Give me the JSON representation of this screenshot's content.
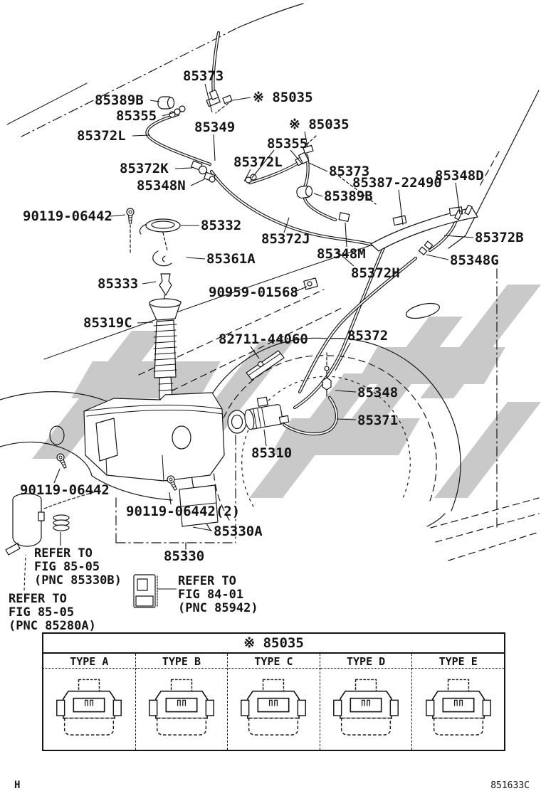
{
  "figure": {
    "footer_left": "H",
    "footer_right": "851633C",
    "colors": {
      "line": "#141414",
      "watermark": "#c9c9c9",
      "background": "#ffffff"
    }
  },
  "diagram": {
    "part_labels": [
      "85373",
      "85389B",
      "※ 85035",
      "85355",
      "85349",
      "※ 85035",
      "85372L",
      "85355",
      "85372K",
      "85372L",
      "85373",
      "85348D",
      "85348N",
      "85387-22490",
      "85389B",
      "90119-06442",
      "85332",
      "85372J",
      "85372B",
      "85361A",
      "85348M",
      "85348G",
      "85333",
      "90959-01568",
      "85372H",
      "85319C",
      "82711-44060",
      "85372",
      "85348",
      "85371",
      "85310",
      "90119-06442",
      "90119-06442(2)",
      "85330A",
      "85330"
    ],
    "ref_notes": [
      {
        "lines": [
          "REFER TO",
          "FIG 85-05",
          "(PNC 85330B)"
        ]
      },
      {
        "lines": [
          "REFER TO",
          "FIG 84-01",
          "(PNC 85942)"
        ]
      },
      {
        "lines": [
          "REFER TO",
          "FIG 85-05",
          "(PNC 85280A)"
        ]
      }
    ]
  },
  "table": {
    "header": "※ 85035",
    "columns": [
      {
        "label": "TYPE A"
      },
      {
        "label": "TYPE B"
      },
      {
        "label": "TYPE C"
      },
      {
        "label": "TYPE D"
      },
      {
        "label": "TYPE E"
      }
    ]
  }
}
